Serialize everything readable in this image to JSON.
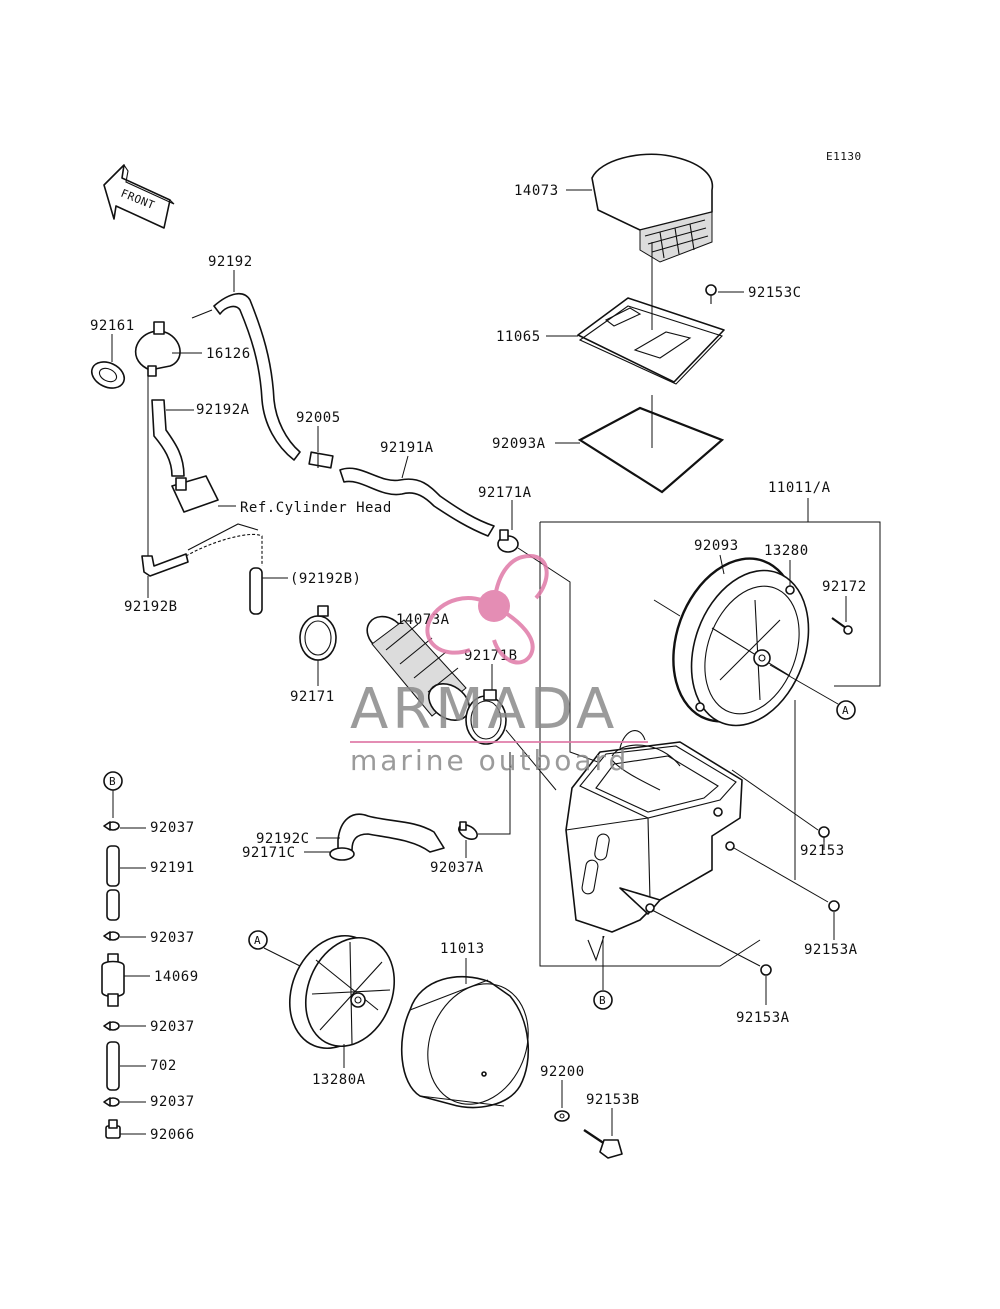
{
  "diagram": {
    "code": "E1130",
    "front_label": "FRONT",
    "ref_text": "Ref.Cylinder Head",
    "circle_refs": {
      "a": "A",
      "b": "B"
    },
    "parts": {
      "p14073": "14073",
      "p92153C": "92153C",
      "p11065": "11065",
      "p92093A": "92093A",
      "p11011A": "11011/A",
      "p92093": "92093",
      "p13280": "13280",
      "p92172": "92172",
      "p92192": "92192",
      "p92161": "92161",
      "p16126": "16126",
      "p92192A": "92192A",
      "p92005": "92005",
      "p92191A": "92191A",
      "p92171A": "92171A",
      "p92192B": "92192B",
      "p92192B_ref": "(92192B)",
      "p14073A": "14073A",
      "p92171B": "92171B",
      "p92171": "92171",
      "p92192C": "92192C",
      "p92171C": "92171C",
      "p92037A": "92037A",
      "p92153": "92153",
      "p92153A_1": "92153A",
      "p92153A_2": "92153A",
      "p11013": "11013",
      "p13280A": "13280A",
      "p92200": "92200",
      "p92153B": "92153B",
      "p92037_1": "92037",
      "p92191": "92191",
      "p92037_2": "92037",
      "p14069": "14069",
      "p92037_3": "92037",
      "p702": "702",
      "p92037_4": "92037",
      "p92066": "92066"
    }
  },
  "watermark": {
    "brand": "ARMADA",
    "tagline": "marine outboard",
    "color_pink": "#e07aa8",
    "color_gray": "#8a8a8a"
  }
}
